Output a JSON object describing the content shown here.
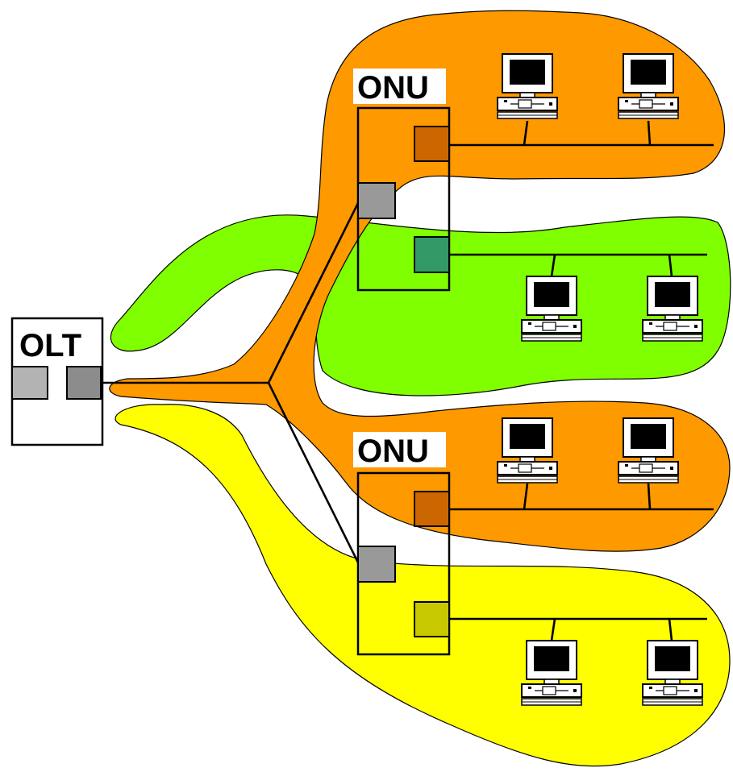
{
  "olt": {
    "label": "OLT"
  },
  "onus": [
    {
      "label": "ONU"
    },
    {
      "label": "ONU"
    }
  ],
  "colors": {
    "orange": "#FF9900",
    "green": "#80FF00",
    "yellow": "#FFFF00",
    "port_gray": "#999999",
    "port_light_gray": "#B3B3B3",
    "port_dark_gray": "#8C8C8C",
    "port_orange": "#CC6600",
    "port_green": "#339966",
    "port_olive": "#C8C800",
    "monitor_screen": "#000000"
  },
  "icons": {
    "computer": "desktop-computer-icon"
  }
}
